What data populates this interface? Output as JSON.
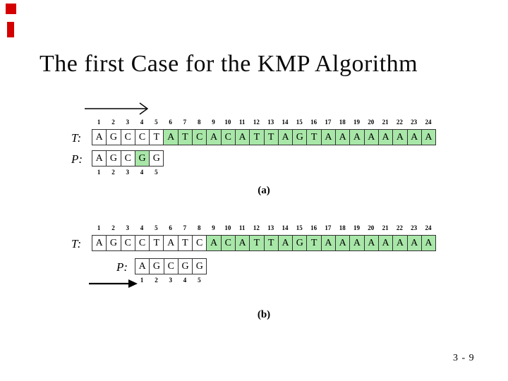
{
  "slide": {
    "title": "The first Case for the KMP Algorithm",
    "page_number": "3 - 9"
  },
  "colors": {
    "highlight_green": "#a8e7a8",
    "accent_red": "#d40000"
  },
  "diagram_a": {
    "caption": "(a)",
    "t_label": "T:",
    "p_label": "P:",
    "columns": [
      "1",
      "2",
      "3",
      "4",
      "5",
      "6",
      "7",
      "8",
      "9",
      "10",
      "11",
      "12",
      "13",
      "14",
      "15",
      "16",
      "17",
      "18",
      "19",
      "20",
      "21",
      "22",
      "23",
      "24"
    ],
    "t_cells": [
      {
        "c": "A",
        "h": false
      },
      {
        "c": "G",
        "h": false
      },
      {
        "c": "C",
        "h": false
      },
      {
        "c": "C",
        "h": false
      },
      {
        "c": "T",
        "h": false
      },
      {
        "c": "A",
        "h": true
      },
      {
        "c": "T",
        "h": true
      },
      {
        "c": "C",
        "h": true
      },
      {
        "c": "A",
        "h": true
      },
      {
        "c": "C",
        "h": true
      },
      {
        "c": "A",
        "h": true
      },
      {
        "c": "T",
        "h": true
      },
      {
        "c": "T",
        "h": true
      },
      {
        "c": "A",
        "h": true
      },
      {
        "c": "G",
        "h": true
      },
      {
        "c": "T",
        "h": true
      },
      {
        "c": "A",
        "h": true
      },
      {
        "c": "A",
        "h": true
      },
      {
        "c": "A",
        "h": true
      },
      {
        "c": "A",
        "h": true
      },
      {
        "c": "A",
        "h": true
      },
      {
        "c": "A",
        "h": true
      },
      {
        "c": "A",
        "h": true
      },
      {
        "c": "A",
        "h": true
      }
    ],
    "p_cells": [
      {
        "c": "A",
        "h": false
      },
      {
        "c": "G",
        "h": false
      },
      {
        "c": "C",
        "h": false
      },
      {
        "c": "G",
        "h": true
      },
      {
        "c": "G",
        "h": false
      }
    ],
    "p_numbers": [
      "1",
      "2",
      "3",
      "4",
      "5"
    ]
  },
  "diagram_b": {
    "caption": "(b)",
    "t_label": "T:",
    "p_label": "P:",
    "columns": [
      "1",
      "2",
      "3",
      "4",
      "5",
      "6",
      "7",
      "8",
      "9",
      "10",
      "11",
      "12",
      "13",
      "14",
      "15",
      "16",
      "17",
      "18",
      "19",
      "20",
      "21",
      "22",
      "23",
      "24"
    ],
    "t_cells": [
      {
        "c": "A",
        "h": false
      },
      {
        "c": "G",
        "h": false
      },
      {
        "c": "C",
        "h": false
      },
      {
        "c": "C",
        "h": false
      },
      {
        "c": "T",
        "h": false
      },
      {
        "c": "A",
        "h": false
      },
      {
        "c": "T",
        "h": false
      },
      {
        "c": "C",
        "h": false
      },
      {
        "c": "A",
        "h": true
      },
      {
        "c": "C",
        "h": true
      },
      {
        "c": "A",
        "h": true
      },
      {
        "c": "T",
        "h": true
      },
      {
        "c": "T",
        "h": true
      },
      {
        "c": "A",
        "h": true
      },
      {
        "c": "G",
        "h": true
      },
      {
        "c": "T",
        "h": true
      },
      {
        "c": "A",
        "h": true
      },
      {
        "c": "A",
        "h": true
      },
      {
        "c": "A",
        "h": true
      },
      {
        "c": "A",
        "h": true
      },
      {
        "c": "A",
        "h": true
      },
      {
        "c": "A",
        "h": true
      },
      {
        "c": "A",
        "h": true
      },
      {
        "c": "A",
        "h": true
      }
    ],
    "p_cells": [
      {
        "c": "A",
        "h": false
      },
      {
        "c": "G",
        "h": false
      },
      {
        "c": "C",
        "h": false
      },
      {
        "c": "G",
        "h": false
      },
      {
        "c": "G",
        "h": false
      }
    ],
    "p_numbers": [
      "1",
      "2",
      "3",
      "4",
      "5"
    ]
  }
}
